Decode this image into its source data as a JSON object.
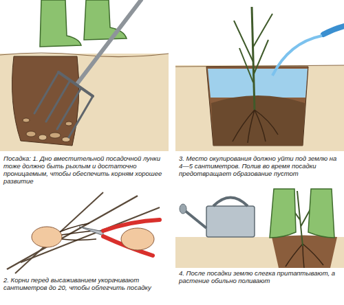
{
  "diagram": {
    "labels": [
      "Посадка: 1. Дно вместительной посадочной лунки тоже должно быть рыхлым и достаточно проницаемым, чтобы обеспечить корням хорошее развитие",
      "3. Место окулирования должно уйти под землю на 4—5 сантиметров. Полив во время посадки предотвращает образование пустот",
      "2. Корни перед высаживанием укорачивают сантиметров до 20, чтобы облегчить посадку",
      "4. После посадки землю слегка притаптывают, а растение обильно поливают"
    ]
  }
}
